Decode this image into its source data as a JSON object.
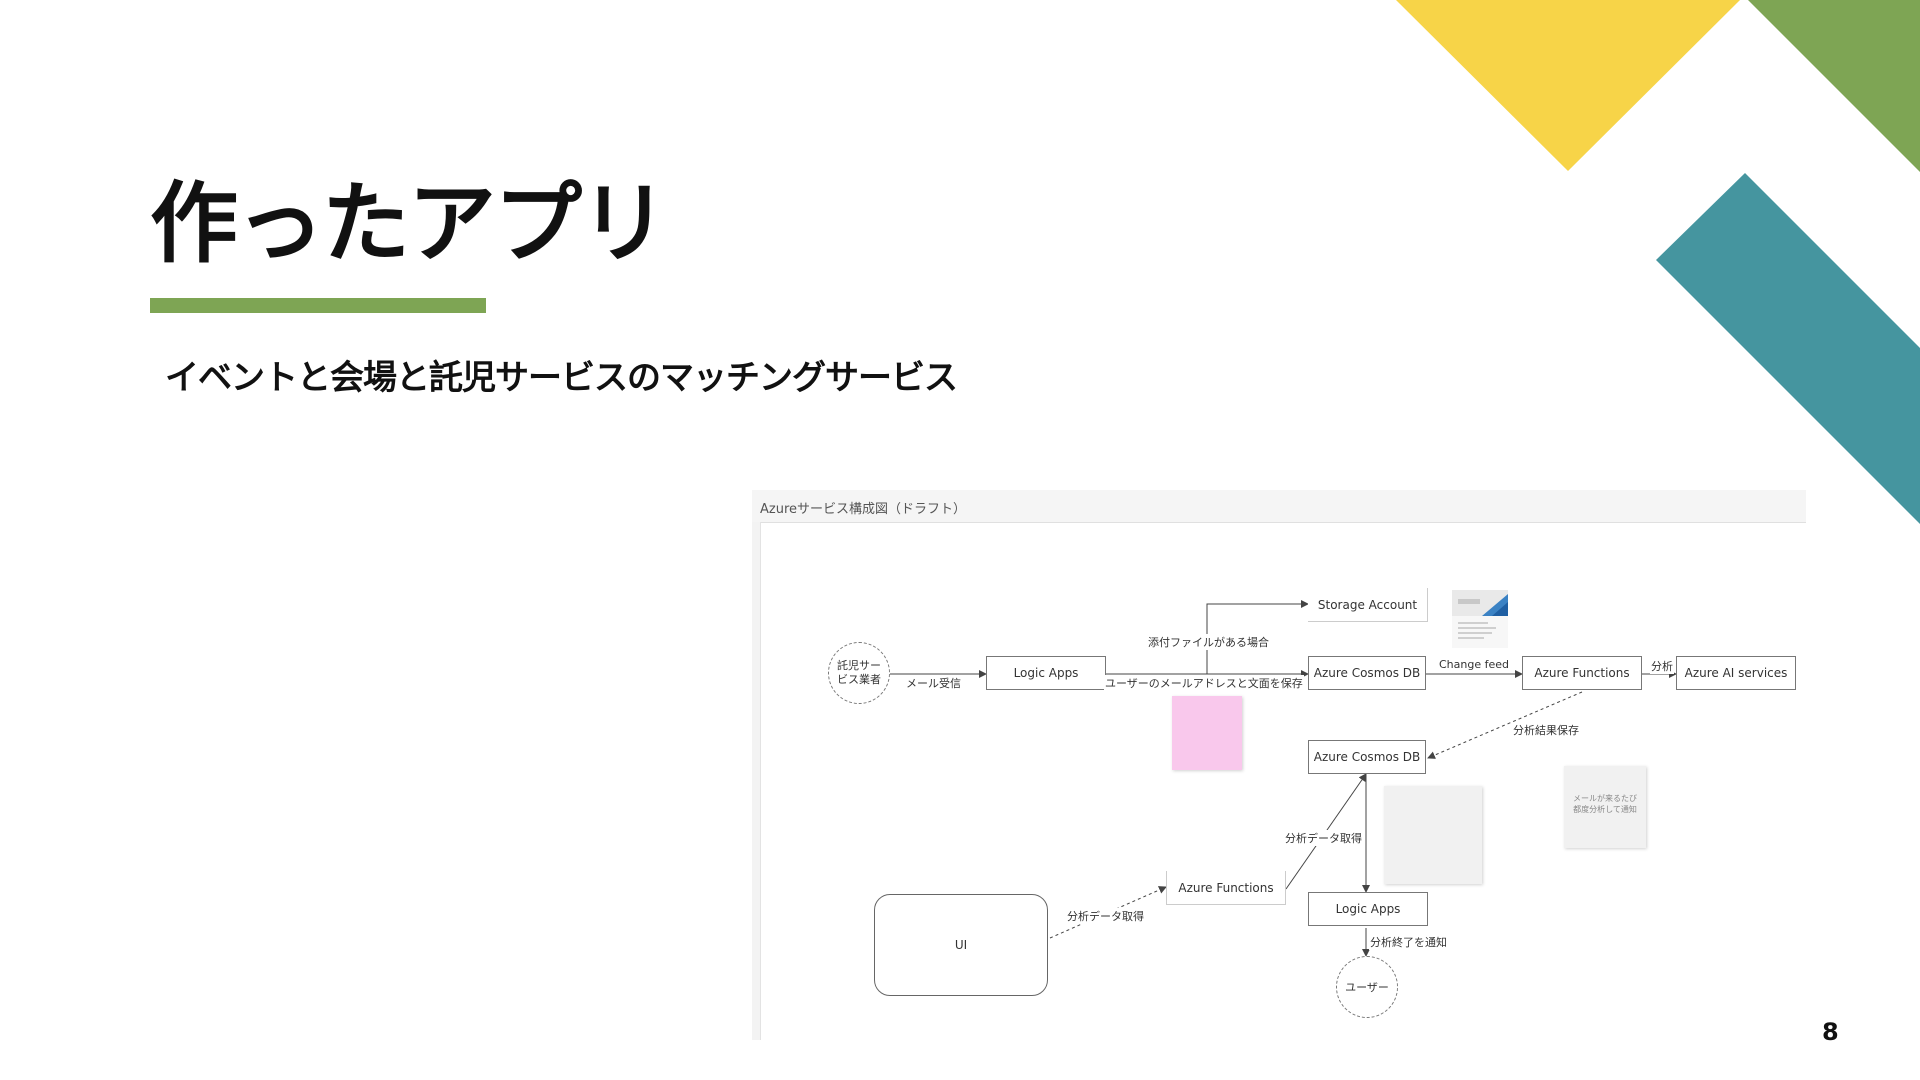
{
  "slide": {
    "title": "作ったアプリ",
    "subtitle": "イベントと会場と託児サービスのマッチングサービス",
    "page_number": "8"
  },
  "colors": {
    "yellow": "#f7d448",
    "green": "#7ea554",
    "teal": "#45959f",
    "underline": "#7ea554"
  },
  "diagram": {
    "title": "Azureサービス構成図（ドラフト）",
    "nodes": {
      "childcare": "託児サービス業者",
      "logic_apps_1": "Logic Apps",
      "storage": "Storage Account",
      "cosmos_1": "Azure Cosmos DB",
      "functions_1": "Azure Functions",
      "ai_services": "Azure AI services",
      "cosmos_2": "Azure Cosmos DB",
      "functions_2": "Azure Functions",
      "ui": "UI",
      "logic_apps_2": "Logic Apps",
      "user": "ユーザー"
    },
    "edges": {
      "mail_receive": "メール受信",
      "attachment": "添付ファイルがある場合",
      "save_email": "ユーザーのメールアドレスと文面を保存",
      "change_feed": "Change feed",
      "analyze": "分析",
      "save_result": "分析結果保存",
      "get_data_1": "分析データ取得",
      "get_data_2": "分析データ取得",
      "notify": "分析終了を通知"
    },
    "notes": {
      "gray_right": "メールが来るたび都度分析して通知"
    }
  }
}
